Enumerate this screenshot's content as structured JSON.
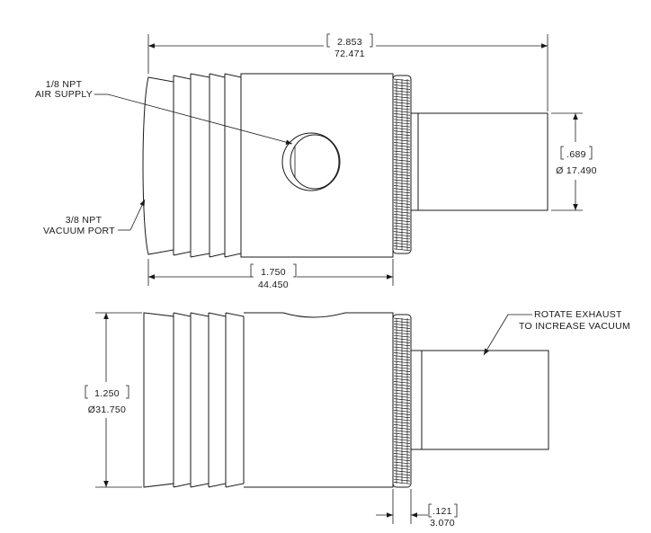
{
  "dimensions": {
    "overall_length": {
      "inch": "2.853",
      "mm": "72.471"
    },
    "exhaust_diameter": {
      "inch": ".689",
      "mm": "Ø 17.490"
    },
    "body_length": {
      "inch": "1.750",
      "mm": "44.450"
    },
    "body_diameter": {
      "inch": "1.250",
      "mm": "Ø31.750"
    },
    "knurl_width": {
      "inch": ".121",
      "mm": "3.070"
    }
  },
  "callouts": {
    "air_supply_line1": "1/8 NPT",
    "air_supply_line2": "AIR SUPPLY",
    "vacuum_port_line1": "3/8 NPT",
    "vacuum_port_line2": "VACUUM PORT",
    "exhaust_line1": "ROTATE EXHAUST",
    "exhaust_line2": "TO INCREASE VACUUM"
  },
  "colors": {
    "line": "#1a1a1a",
    "background": "#ffffff"
  }
}
